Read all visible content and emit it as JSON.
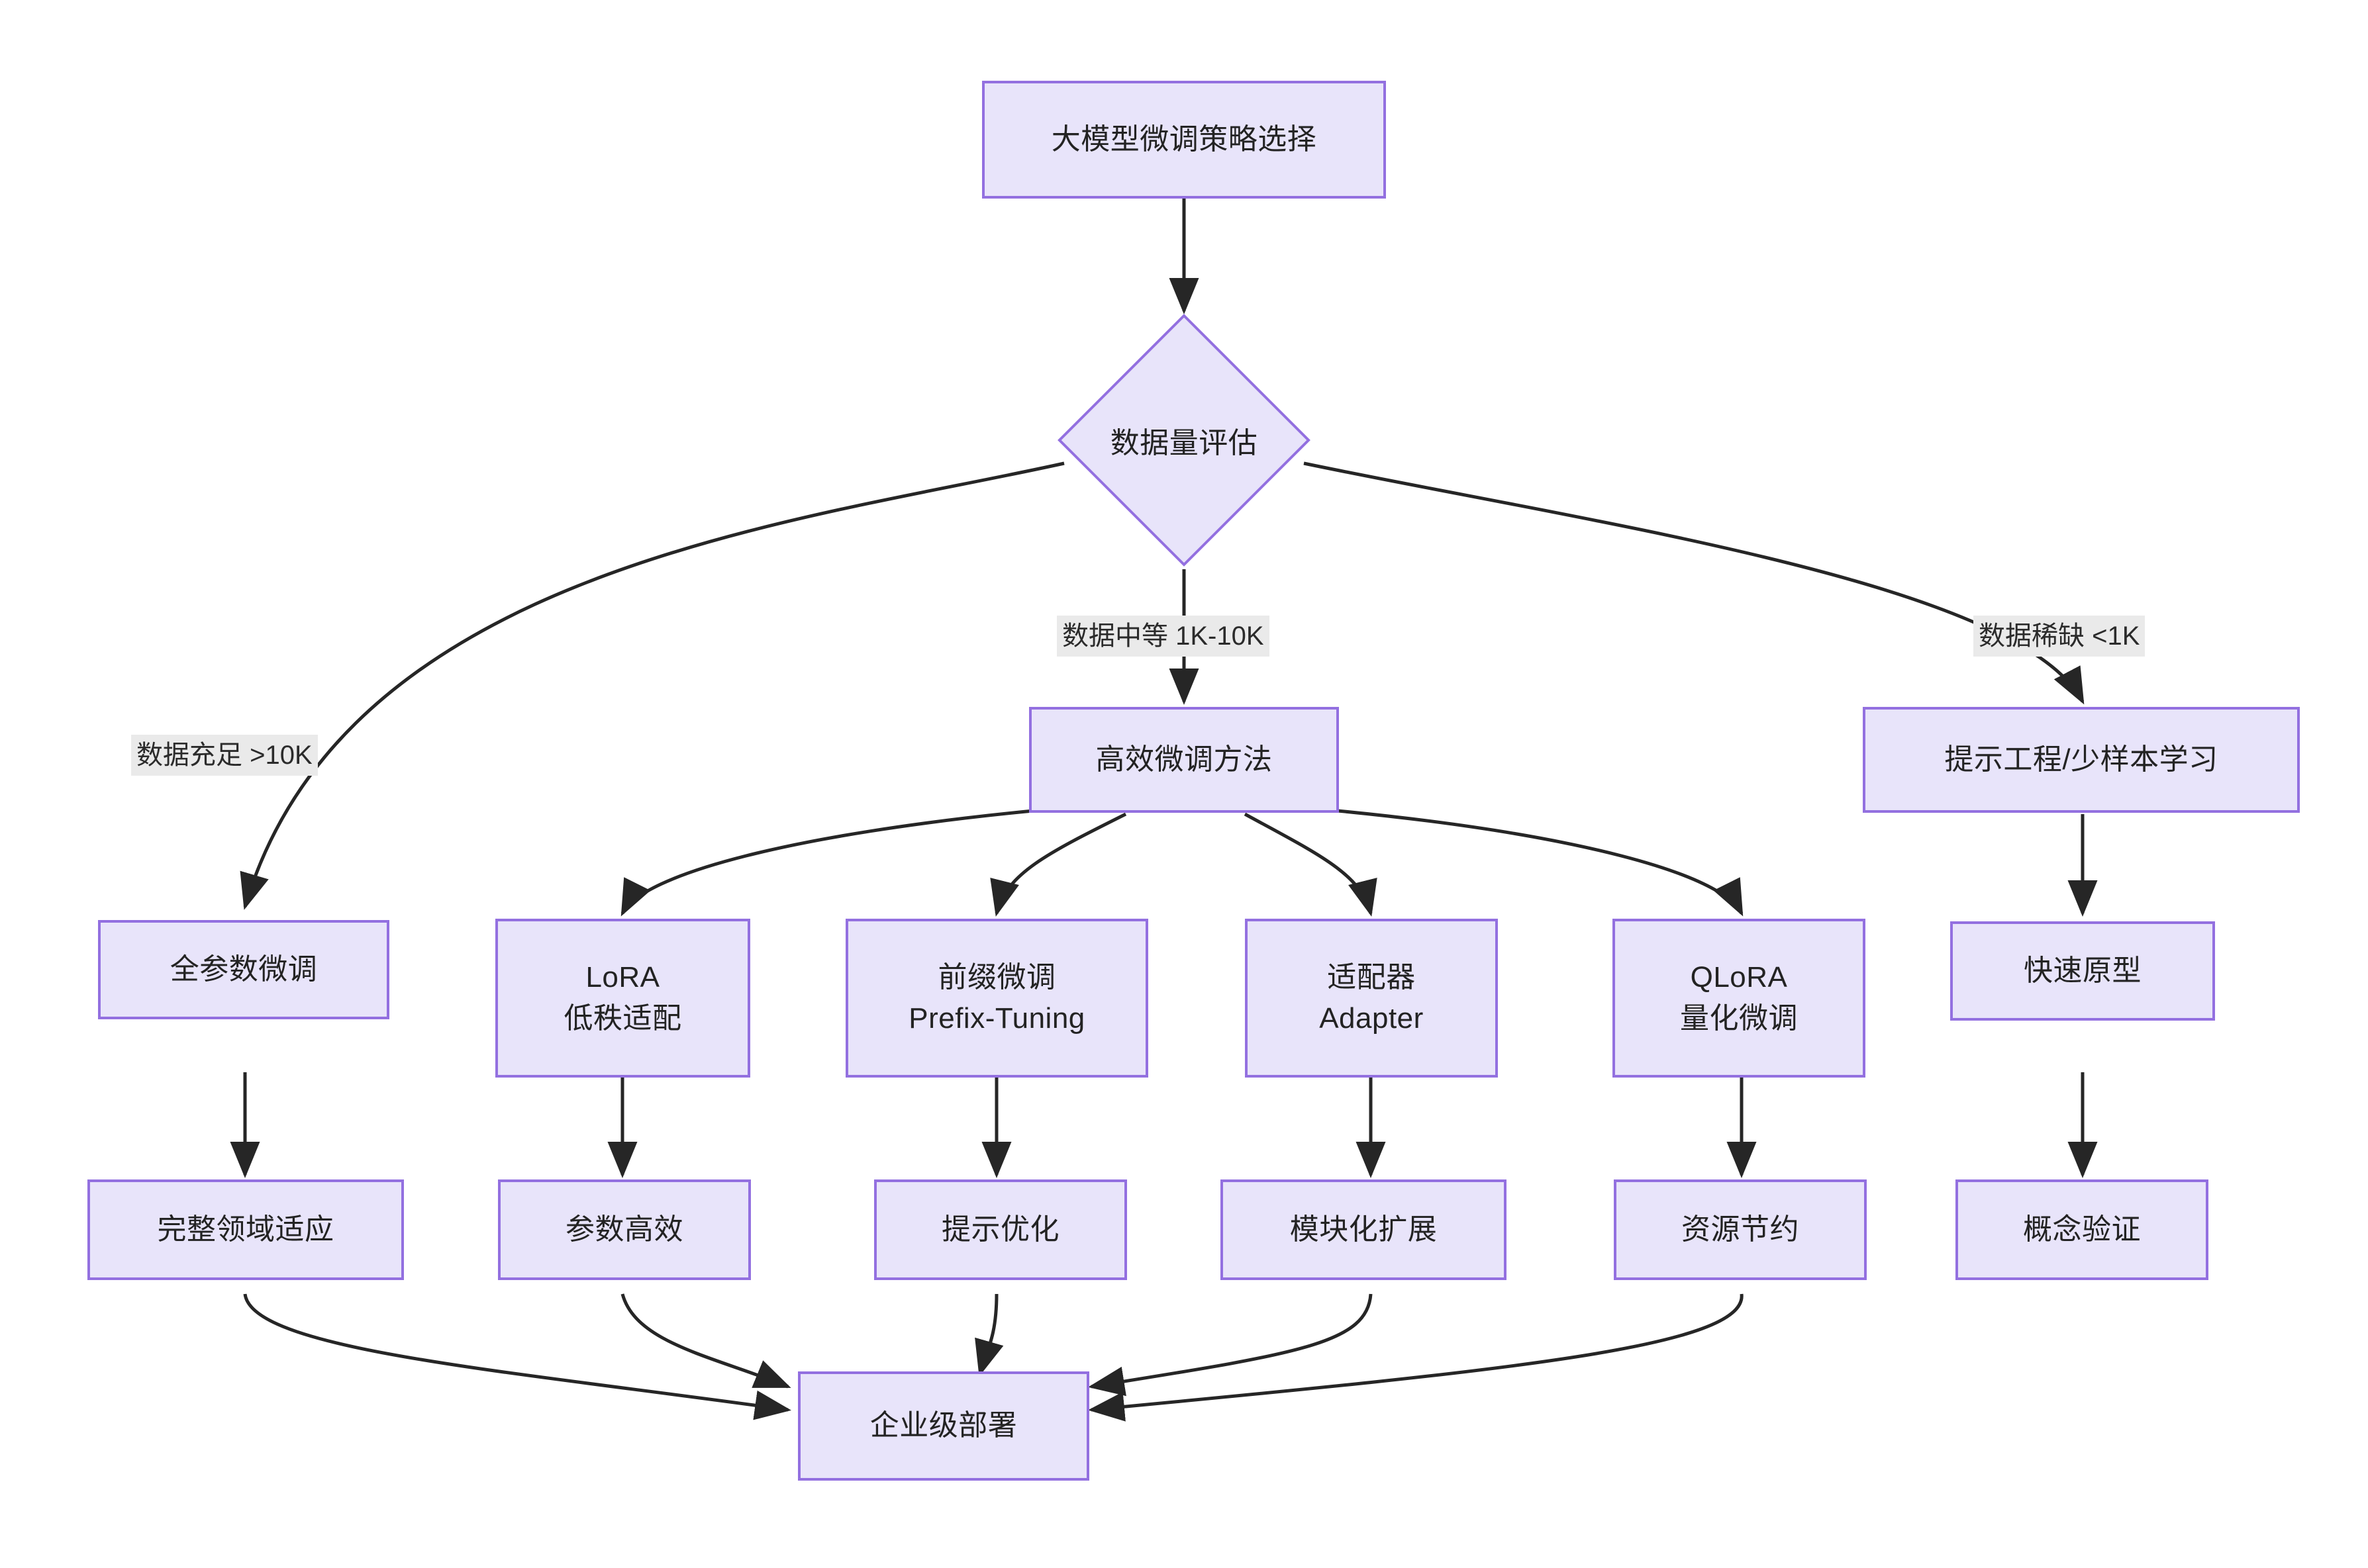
{
  "diagram": {
    "type": "flowchart",
    "title_node": "大模型微调策略选择",
    "decision_node": "数据量评估",
    "colors": {
      "node_fill": "#e8e4fa",
      "node_border": "#9370e0",
      "edge_stroke": "#262626",
      "edge_label_bg": "#eaeaea",
      "text": "#232323",
      "background": "#ffffff"
    },
    "nodes": {
      "root": "大模型微调策略选择",
      "decision": "数据量评估",
      "efficient_methods": "高效微调方法",
      "prompt_engineering": "提示工程/少样本学习",
      "full_finetune": "全参数微调",
      "lora_line1": "LoRA",
      "lora_line2": "低秩适配",
      "prefix_line1": "前缀微调",
      "prefix_line2": "Prefix-Tuning",
      "adapter_line1": "适配器",
      "adapter_line2": "Adapter",
      "qlora_line1": "QLoRA",
      "qlora_line2": "量化微调",
      "rapid_prototype": "快速原型",
      "full_domain_adapt": "完整领域适应",
      "param_efficient": "参数高效",
      "prompt_optimize": "提示优化",
      "modular_extend": "模块化扩展",
      "resource_save": "资源节约",
      "proof_of_concept": "概念验证",
      "enterprise_deploy": "企业级部署"
    },
    "edge_labels": {
      "abundant_data": "数据充足 >10K",
      "medium_data": "数据中等 1K-10K",
      "scarce_data": "数据稀缺 <1K"
    }
  }
}
